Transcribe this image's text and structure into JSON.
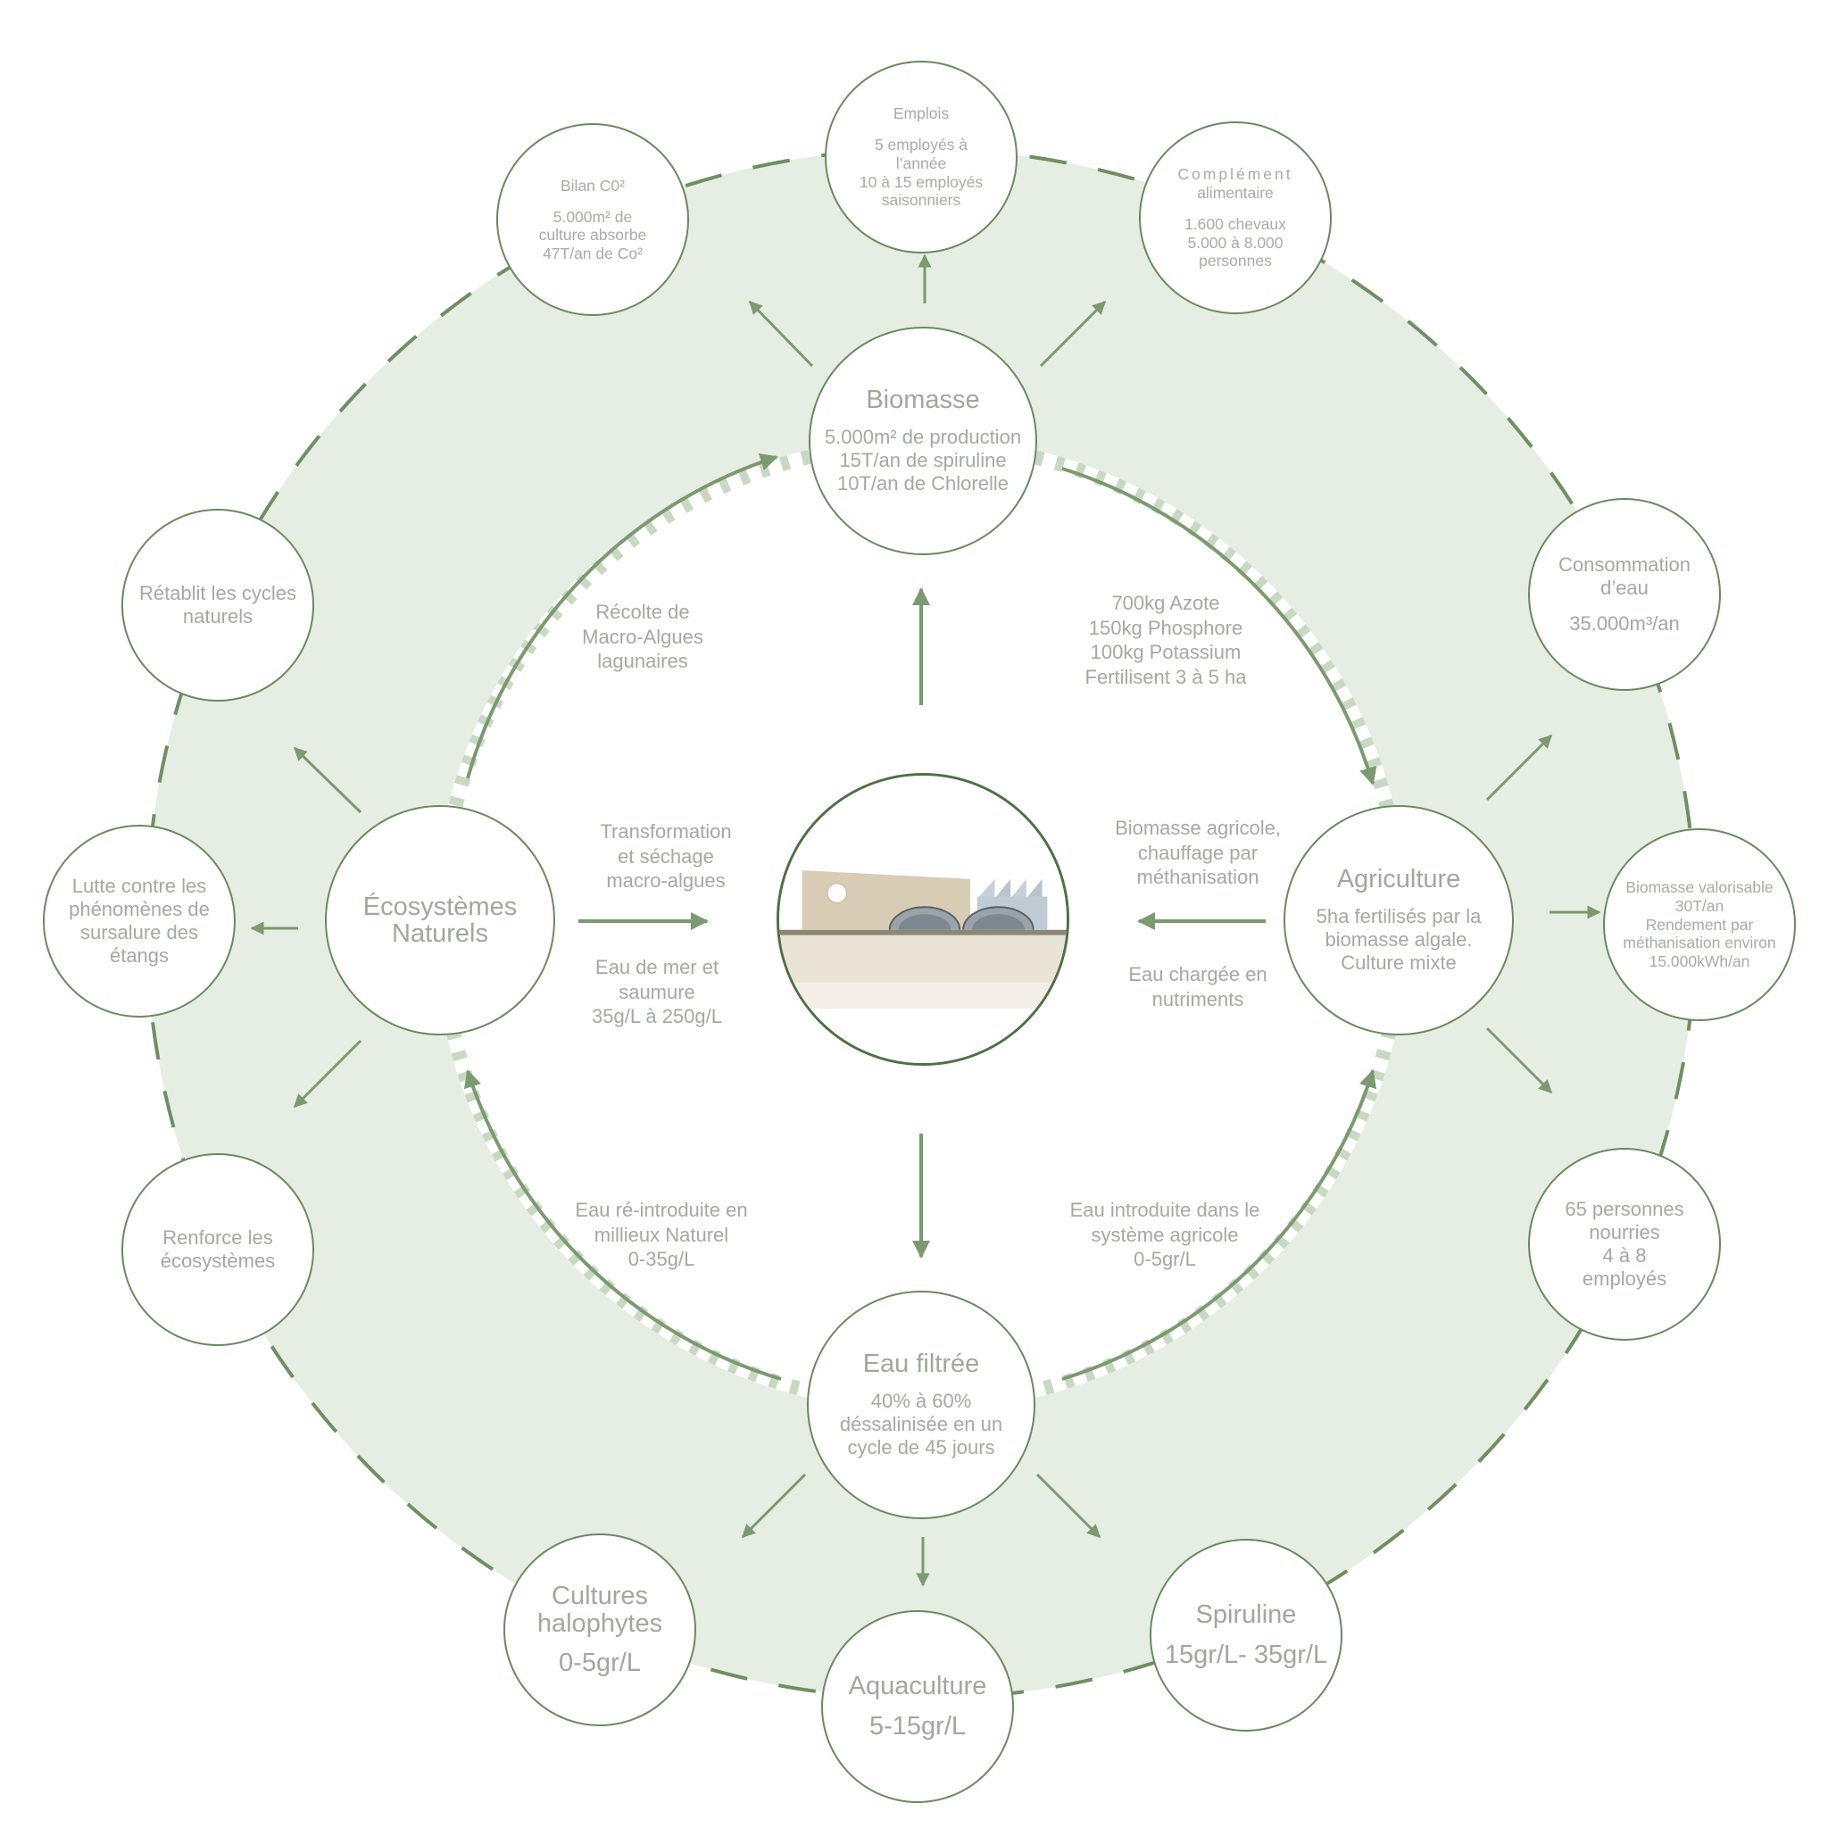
{
  "colors": {
    "ring_fill": "#e6ede3",
    "node_border": "#6a8a5e",
    "arrow": "#7b9a6f",
    "text": "#a3aa9e",
    "dash": "#6f8f63"
  },
  "center": {
    "icon": "building-cross-section-illustration"
  },
  "primary": {
    "biomasse": {
      "title": "Biomasse",
      "lines": [
        "5.000m² de production",
        "15T/an de spiruline",
        "10T/an de Chlorelle"
      ]
    },
    "ecosystemes": {
      "title": [
        "Écosystèmes",
        "Naturels"
      ]
    },
    "agriculture": {
      "title": "Agriculture",
      "lines": [
        "5ha fertilisés par la",
        "biomasse algale.",
        "Culture mixte"
      ]
    },
    "eau_filtree": {
      "title": "Eau filtrée",
      "lines": [
        "40% à 60%",
        "déssalinisée en un",
        "cycle de 45 jours"
      ]
    }
  },
  "outer": {
    "bilan": {
      "lines": [
        "Bilan C0²",
        "",
        "5.000m² de",
        "culture absorbe",
        "47T/an de Co²"
      ]
    },
    "emplois": {
      "lines": [
        "Emplois",
        "",
        "5 employés à",
        "l’année",
        "10 à 15 employés",
        "saisonniers"
      ]
    },
    "complement": {
      "lines": [
        "Complément",
        "alimentaire",
        "",
        "1.600 chevaux",
        "5.000  à  8.000",
        "personnes"
      ]
    },
    "consommation": {
      "lines": [
        "Consommation",
        "d’eau",
        "",
        "35.000m³/an"
      ]
    },
    "valorisable": {
      "lines": [
        "Biomasse valorisable",
        "30T/an",
        "Rendement par",
        "méthanisation environ",
        "15.000kWh/an"
      ]
    },
    "personnes": {
      "lines": [
        "65 personnes",
        "nourries",
        "4 à 8",
        "employés"
      ]
    },
    "spiruline": {
      "title": "Spiruline",
      "value": "15gr/L- 35gr/L"
    },
    "aquaculture": {
      "title": "Aquaculture",
      "value": "5-15gr/L"
    },
    "halophytes": {
      "title": [
        "Cultures",
        "halophytes"
      ],
      "value": "0-5gr/L"
    },
    "renforce": {
      "lines": [
        "Renforce les",
        "écosystèmes"
      ]
    },
    "lutte": {
      "lines": [
        "Lutte contre les",
        "phénomènes de",
        "sursalure des",
        "étangs"
      ]
    },
    "retablit": {
      "lines": [
        "Rétablit les cycles",
        "naturels"
      ]
    }
  },
  "labels": {
    "recolte": [
      "Récolte de",
      "Macro-Algues",
      "lagunaires"
    ],
    "nutrients": [
      "700kg Azote",
      "150kg Phosphore",
      "100kg Potassium",
      "Fertilisent 3 à 5 ha"
    ],
    "transformation": [
      "Transformation",
      "et séchage",
      "macro-algues"
    ],
    "eau_mer": [
      "Eau de mer et",
      "saumure",
      "35g/L à 250g/L"
    ],
    "biomasse_agricole": [
      "Biomasse agricole,",
      "chauffage par",
      "méthanisation"
    ],
    "eau_chargee": [
      "Eau chargée en",
      "nutriments"
    ],
    "eau_reintroduite": [
      "Eau ré-introduite en",
      "millieux Naturel",
      "0-35g/L"
    ],
    "eau_introduite": [
      "Eau introduite dans le",
      "système agricole",
      "0-5gr/L"
    ]
  }
}
